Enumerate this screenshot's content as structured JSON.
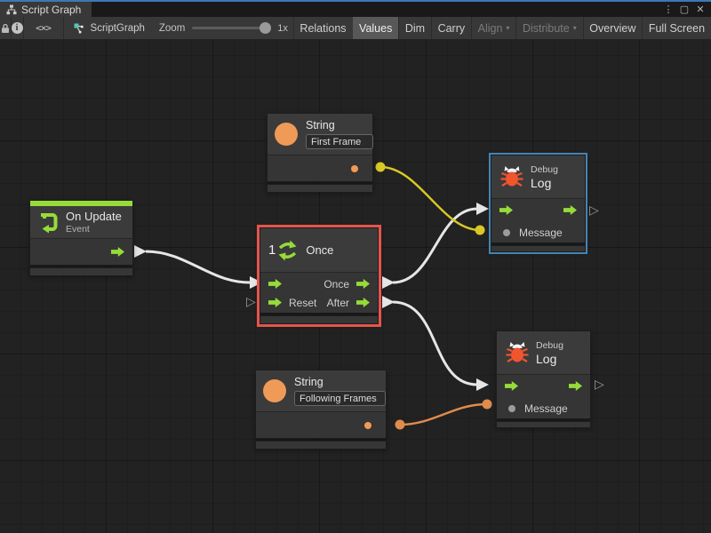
{
  "window": {
    "tab_title": "Script Graph",
    "controls": {
      "menu": "⋮",
      "maximize": "▢",
      "close": "✕"
    }
  },
  "toolbar": {
    "code_icon_glyph": "<×>",
    "graph_name": "ScriptGraph",
    "zoom_label": "Zoom",
    "zoom_value": "1x",
    "buttons": [
      {
        "label": "Relations"
      },
      {
        "label": "Values",
        "state": "active"
      },
      {
        "label": "Dim"
      },
      {
        "label": "Carry"
      },
      {
        "label": "Align",
        "arrow": "▾",
        "state": "disabled"
      },
      {
        "label": "Distribute",
        "arrow": "▾",
        "state": "disabled"
      },
      {
        "label": "Overview"
      },
      {
        "label": "Full Screen"
      }
    ]
  },
  "nodes": {
    "string_first": {
      "title": "String",
      "value": "First Frame"
    },
    "on_update": {
      "title": "On Update",
      "subtitle": "Event"
    },
    "once": {
      "badge": "1",
      "title": "Once",
      "out_label": "Once",
      "reset_label": "Reset",
      "after_label": "After"
    },
    "debug_top": {
      "category": "Debug",
      "title": "Log",
      "input_label": "Message"
    },
    "debug_bottom": {
      "category": "Debug",
      "title": "Log",
      "input_label": "Message"
    },
    "string_following": {
      "title": "String",
      "value": "Following Frames"
    }
  },
  "glyphs": {
    "triangle_open": "▷"
  },
  "colors": {
    "accent_green": "#96dc39",
    "selection_red": "#e5544b",
    "selection_blue": "#4484b5",
    "node_orange": "#f09a57",
    "wire_white": "#e6e6e6",
    "wire_yellow": "#d9c825",
    "wire_orange": "#e08c4c",
    "focus_blue": "#3e76b8"
  }
}
